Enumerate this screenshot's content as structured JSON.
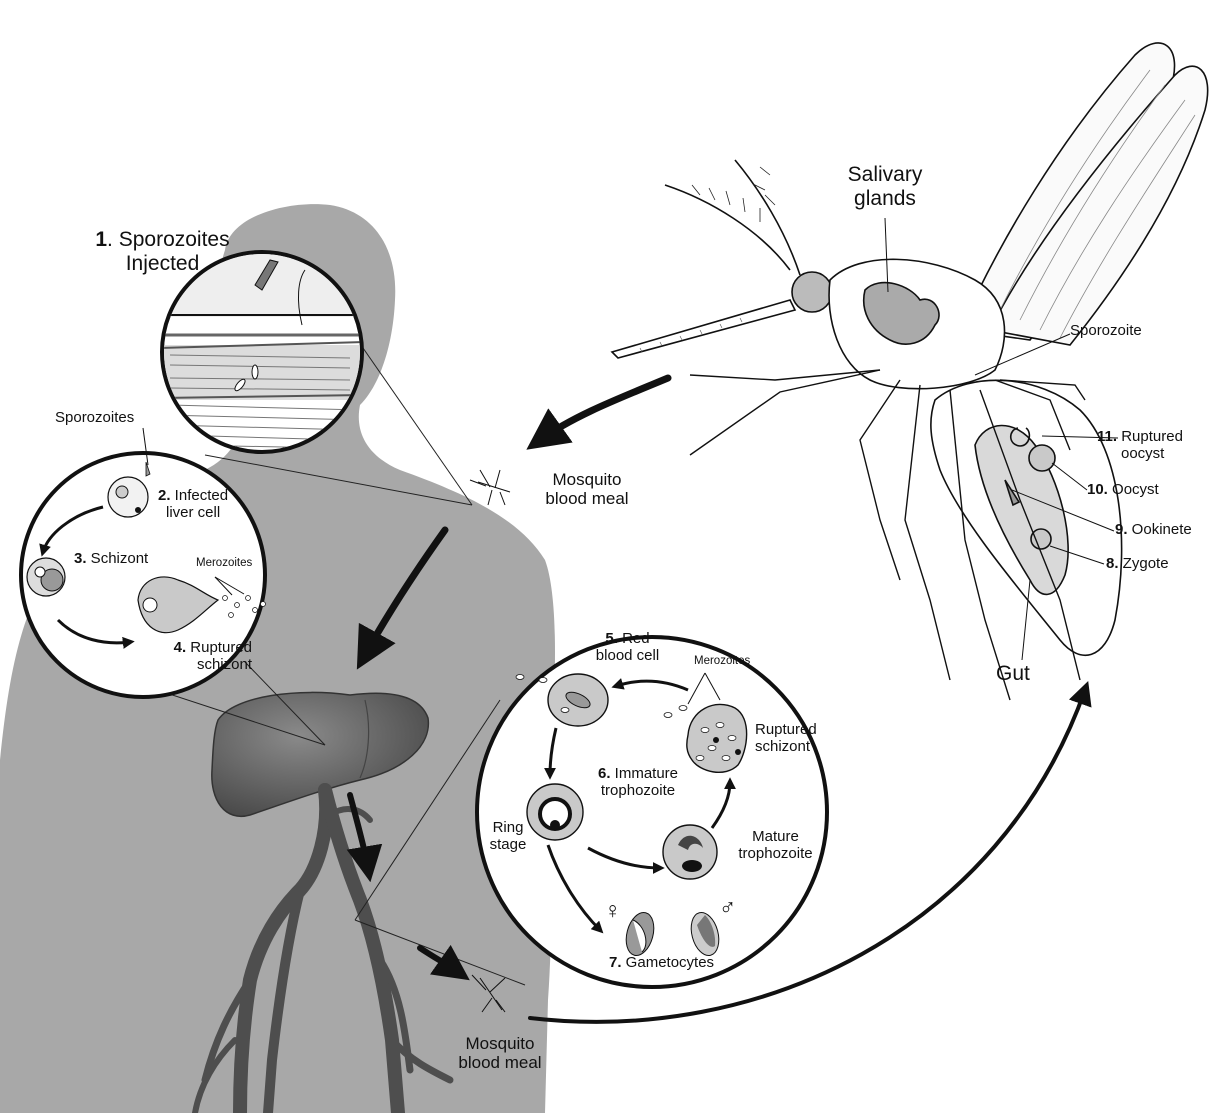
{
  "labels": {
    "step1_num": "1",
    "step1_a": ". Sporozoites",
    "step1_b": "Injected",
    "sporozoites_left": "Sporozoites",
    "step2_num": "2.",
    "step2_a": " Infected",
    "step2_b": "liver cell",
    "step3_num": "3.",
    "step3_a": " Schizont",
    "merozoites_liver": "Merozoites",
    "step4_num": "4.",
    "step4_a": " Ruptured",
    "step4_b": "schizont",
    "step5_num": "5.",
    "step5_a": " Red",
    "step5_b": "blood cell",
    "merozoites_blood": "Merozoites",
    "ruptured_a": "Ruptured",
    "ruptured_b": "schizont",
    "step6_num": "6.",
    "step6_a": " Immature",
    "step6_b": "trophozoite",
    "ring_a": "Ring",
    "ring_b": "stage",
    "mature_a": "Mature",
    "mature_b": "trophozoite",
    "female_symbol": "♀",
    "male_symbol": "♂",
    "step7_num": "7.",
    "step7_a": " Gametocytes",
    "meal1_a": "Mosquito",
    "meal1_b": "blood meal",
    "meal2_a": "Mosquito",
    "meal2_b": "blood meal",
    "salivary_a": "Salivary",
    "salivary_b": "glands",
    "sporozoite_mosq": "Sporozoite",
    "step11_num": "11.",
    "step11_a": " Ruptured",
    "step11_b": "oocyst",
    "step10_num": "10.",
    "step10_a": " Oocyst",
    "step9_num": "9.",
    "step9_a": " Ookinete",
    "step8_num": "8.",
    "step8_a": " Zygote",
    "gut": "Gut"
  },
  "colors": {
    "silhouette": "#a8a8a8",
    "liver": "#6e6e6e",
    "veins": "#5a5a5a",
    "line": "#111111",
    "cell_fill": "#c9c9c9",
    "background": "#ffffff"
  }
}
